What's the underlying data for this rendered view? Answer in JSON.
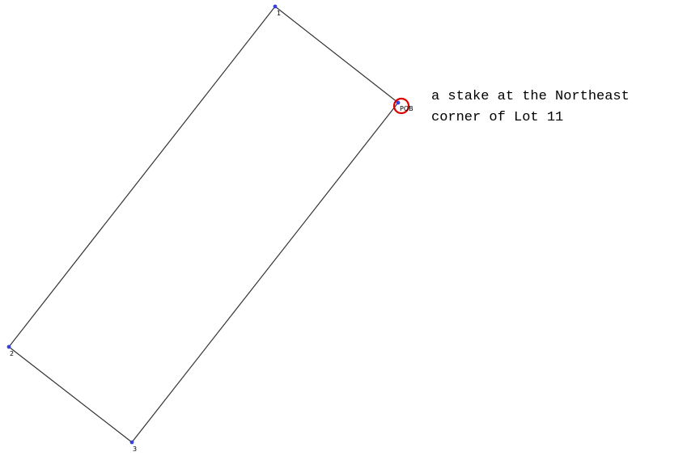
{
  "colors": {
    "boundary": "#333333",
    "vertex": "#3344dd",
    "pob_marker": "#dd0000"
  },
  "vertices": [
    {
      "label": "1"
    },
    {
      "label": "2"
    },
    {
      "label": "3"
    },
    {
      "label": "POB"
    }
  ],
  "description": {
    "line1": "a stake at the Northeast",
    "line2": "corner of Lot 11"
  }
}
